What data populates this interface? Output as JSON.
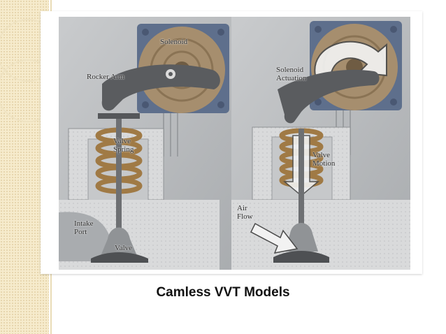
{
  "labels": {
    "left_solenoid": "Solenoid",
    "left_rocker_arm": "Rocker Arm",
    "left_valve_spring": "Valve\nSpring",
    "left_intake_port": "Intake\nPort",
    "left_valve": "Valve",
    "right_solenoid_actuation": "Solenoid\nActuation",
    "right_valve_motion": "Valve\nMotion",
    "right_air_flow": "Air\nFlow"
  },
  "caption": "Camless VVT Models",
  "colors": {
    "background_panel": "#b9bcbf",
    "solenoid_body": "#5e6f8c",
    "coil": "#a68e6e",
    "spring": "#a07a45",
    "head_block": "#d8d9da",
    "arrow_fill": "#f2f2f2"
  }
}
